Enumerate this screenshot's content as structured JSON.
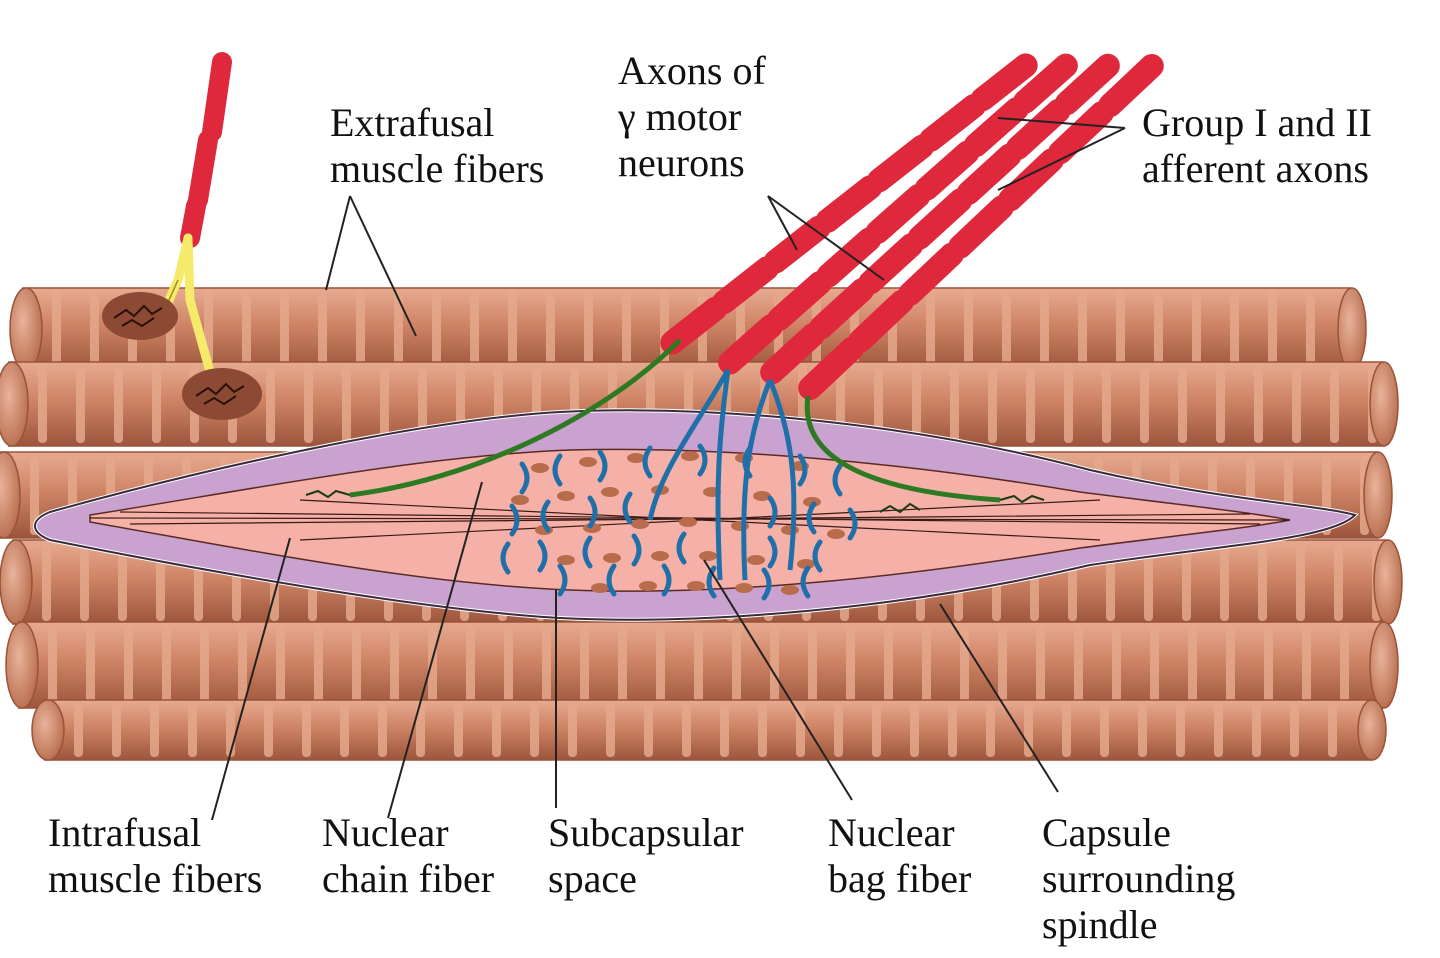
{
  "labels": {
    "extrafusal": [
      "Extrafusal",
      "muscle fibers"
    ],
    "gamma_axons": [
      "Axons of",
      "γ motor",
      "neurons"
    ],
    "afferents": [
      "Group I and II",
      "afferent axons"
    ],
    "intrafusal": [
      "Intrafusal",
      "muscle fibers"
    ],
    "chain": [
      "Nuclear",
      "chain fiber"
    ],
    "subcapsular": [
      "Subcapsular",
      "space"
    ],
    "bag": [
      "Nuclear",
      "bag fiber"
    ],
    "capsule": [
      "Capsule",
      "surrounding",
      "spindle"
    ]
  },
  "colors": {
    "muscle": "#c77a5c",
    "muscle_dark": "#9a5238",
    "muscle_light": "#e4a88c",
    "axon_red": "#e0283c",
    "motor_nerve_yellow": "#f5ea6a",
    "gamma_green": "#2e7a22",
    "afferent_blue": "#1f6fa8",
    "capsule_purple": "#c9a2cf",
    "intrafusal_pink": "#f5b1a8",
    "nucleus": "#b86c4c",
    "leader": "#222222"
  }
}
